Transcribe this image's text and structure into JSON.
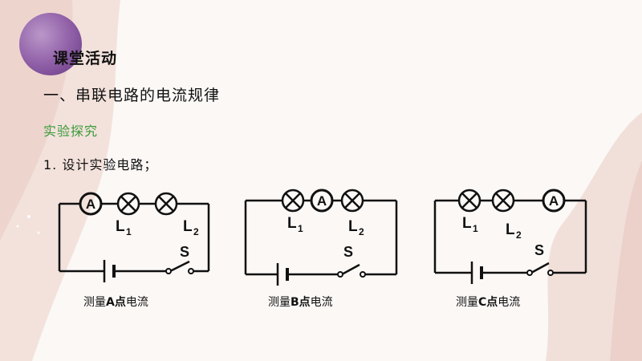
{
  "slide": {
    "title": "课堂活动",
    "heading": "一、串联电路的电流规律",
    "subheading": "实验探究",
    "step": "1.  设计实验电路；"
  },
  "circuits": [
    {
      "caption_prefix": "测量",
      "caption_point": "A点",
      "caption_suffix": "电流",
      "ammeter": "A",
      "lamp1": "L",
      "lamp1_sub": "1",
      "lamp2": "L",
      "lamp2_sub": "2",
      "switch": "S"
    },
    {
      "caption_prefix": "测量",
      "caption_point": "B点",
      "caption_suffix": "电流",
      "ammeter": "A",
      "lamp1": "L",
      "lamp1_sub": "1",
      "lamp2": "L",
      "lamp2_sub": "2",
      "switch": "S"
    },
    {
      "caption_prefix": "测量",
      "caption_point": "C点",
      "caption_suffix": "电流",
      "ammeter": "A",
      "lamp1": "L",
      "lamp1_sub": "1",
      "lamp2": "L",
      "lamp2_sub": "2",
      "switch": "S"
    }
  ],
  "colors": {
    "accent": "#8c5aa8",
    "subheading": "#3a9a3a",
    "wash": "#e9cfc6"
  }
}
